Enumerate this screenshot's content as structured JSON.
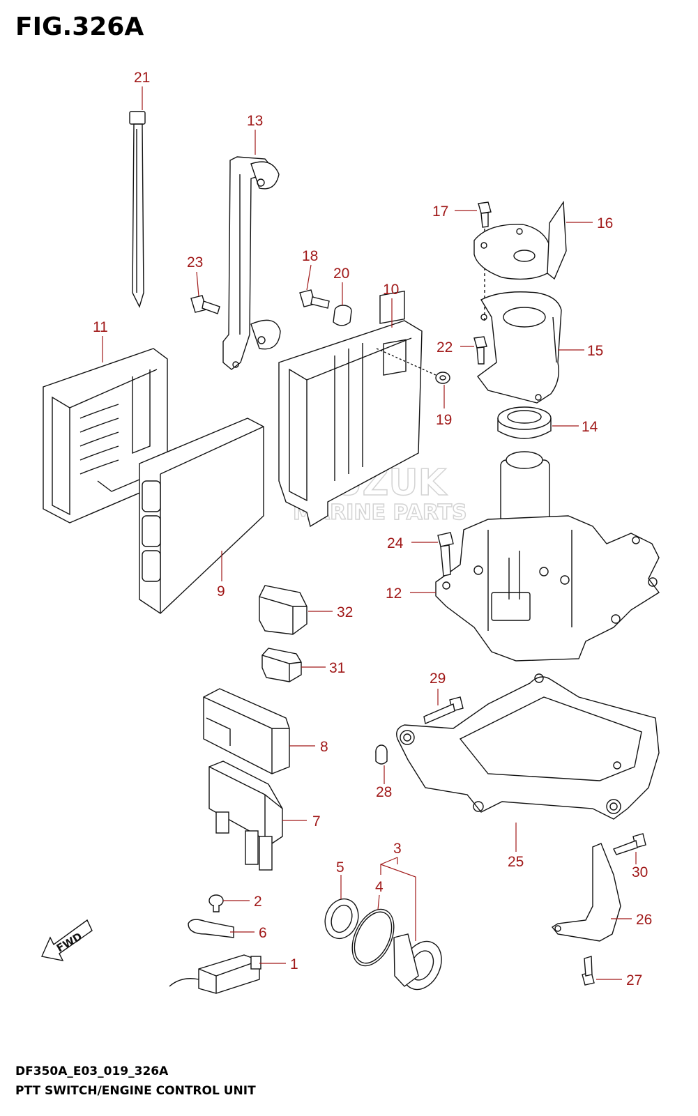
{
  "figure": {
    "title": "FIG.326A",
    "code": "DF350A_E03_019_326A",
    "subtitle": "PTT SWITCH/ENGINE CONTROL UNIT"
  },
  "watermark": {
    "line1": "SUZUK",
    "line2": "MARINE PARTS"
  },
  "fwd_label": "FWD",
  "colors": {
    "callout": "#a01818",
    "lines": "#111111"
  },
  "callouts": [
    {
      "id": "c1",
      "label": "1"
    },
    {
      "id": "c2",
      "label": "2"
    },
    {
      "id": "c3",
      "label": "3"
    },
    {
      "id": "c4",
      "label": "4"
    },
    {
      "id": "c5",
      "label": "5"
    },
    {
      "id": "c6",
      "label": "6"
    },
    {
      "id": "c7",
      "label": "7"
    },
    {
      "id": "c8",
      "label": "8"
    },
    {
      "id": "c9",
      "label": "9"
    },
    {
      "id": "c10",
      "label": "10"
    },
    {
      "id": "c11",
      "label": "11"
    },
    {
      "id": "c12",
      "label": "12"
    },
    {
      "id": "c13",
      "label": "13"
    },
    {
      "id": "c14",
      "label": "14"
    },
    {
      "id": "c15",
      "label": "15"
    },
    {
      "id": "c16",
      "label": "16"
    },
    {
      "id": "c17",
      "label": "17"
    },
    {
      "id": "c18",
      "label": "18"
    },
    {
      "id": "c19",
      "label": "19"
    },
    {
      "id": "c20",
      "label": "20"
    },
    {
      "id": "c21",
      "label": "21"
    },
    {
      "id": "c22",
      "label": "22"
    },
    {
      "id": "c23",
      "label": "23"
    },
    {
      "id": "c24",
      "label": "24"
    },
    {
      "id": "c25",
      "label": "25"
    },
    {
      "id": "c26",
      "label": "26"
    },
    {
      "id": "c27",
      "label": "27"
    },
    {
      "id": "c28",
      "label": "28"
    },
    {
      "id": "c29",
      "label": "29"
    },
    {
      "id": "c30",
      "label": "30"
    },
    {
      "id": "c31",
      "label": "31"
    },
    {
      "id": "c32",
      "label": "32"
    }
  ]
}
